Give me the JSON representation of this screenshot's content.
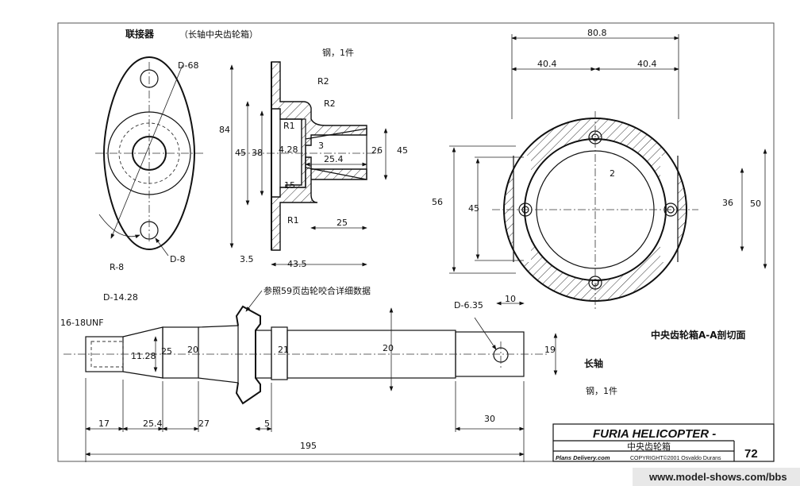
{
  "connector": {
    "title": "联接器",
    "subtitle": "（长轴中央齿轮箱）",
    "material": "钢，1件",
    "flange_labels": {
      "d68": "D-68",
      "r8": "R-8",
      "d8": "D-8"
    },
    "dims": {
      "h84": "84",
      "h45": "45",
      "h38": "38",
      "r2a": "R2",
      "r2b": "R2",
      "r1a": "R1",
      "r1b": "R1",
      "d428": "4.28",
      "d3": "3",
      "d254": "25.4",
      "d15": "15",
      "d26": "26",
      "d45r": "45",
      "d25": "25",
      "d35": "3.5",
      "d435": "43.5"
    }
  },
  "gearbox": {
    "section_label": "中央齿轮箱A-A剖切面",
    "dims": {
      "w808": "80.8",
      "w404a": "40.4",
      "w404b": "40.4",
      "d2": "2",
      "h56": "56",
      "h45": "45",
      "h36": "36",
      "h50": "50"
    }
  },
  "shaft": {
    "name": "长轴",
    "material": "钢，1件",
    "gear_note": "参照59页齿轮咬合详细数据",
    "dims": {
      "d1428": "D-14.28",
      "thread": "16-18UNF",
      "d1128": "11.28",
      "d25": "25",
      "d20a": "20",
      "d21": "21",
      "d20b": "20",
      "d635": "D-6.35",
      "d10": "10",
      "d19": "19",
      "l17": "17",
      "l254": "25.4",
      "l27": "27",
      "l5": "5",
      "l30": "30",
      "l195": "195"
    }
  },
  "title_block": {
    "project": "FURIA HELICOPTER -",
    "drawing_name": "中央齿轮箱",
    "publisher": "Plans Delivery.com",
    "copyright": "COPYRIGHT©2001 Osvaldo Durans",
    "sheet_number": "72"
  },
  "watermark": "www.model-shows.com/bbs"
}
